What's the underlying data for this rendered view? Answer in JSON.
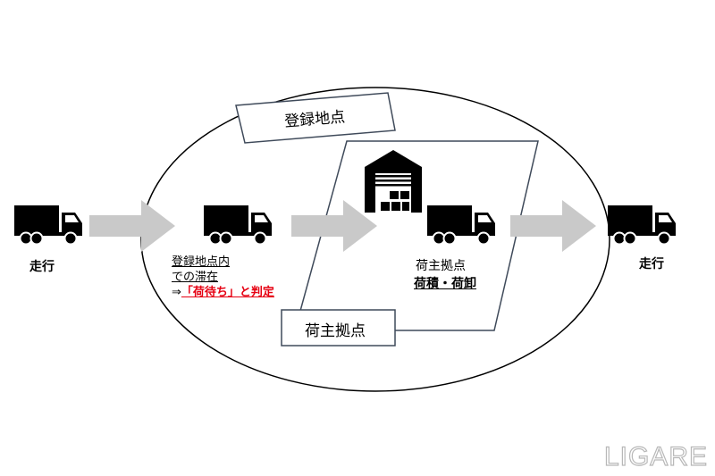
{
  "labels": {
    "registered_point": "登録地点",
    "shipper_base_box": "荷主拠点",
    "run_left": "走行",
    "run_right": "走行",
    "stay_line1": "登録地点内",
    "stay_line2": "での滞在",
    "stay_line3_prefix": "⇒",
    "stay_line3_red": "「荷待ち」と判定",
    "shipper_base_title": "荷主拠点",
    "loading_unloading": "荷積・荷卸"
  },
  "watermark": "LIGARE",
  "icons": [
    "truck-icon",
    "warehouse-icon",
    "arrow-icon"
  ],
  "colors": {
    "ink": "#000000",
    "arrow": "#c9c9c9",
    "highlight": "#e60012",
    "box_border": "#3f4a5a",
    "watermark": "#b8b8b8"
  }
}
